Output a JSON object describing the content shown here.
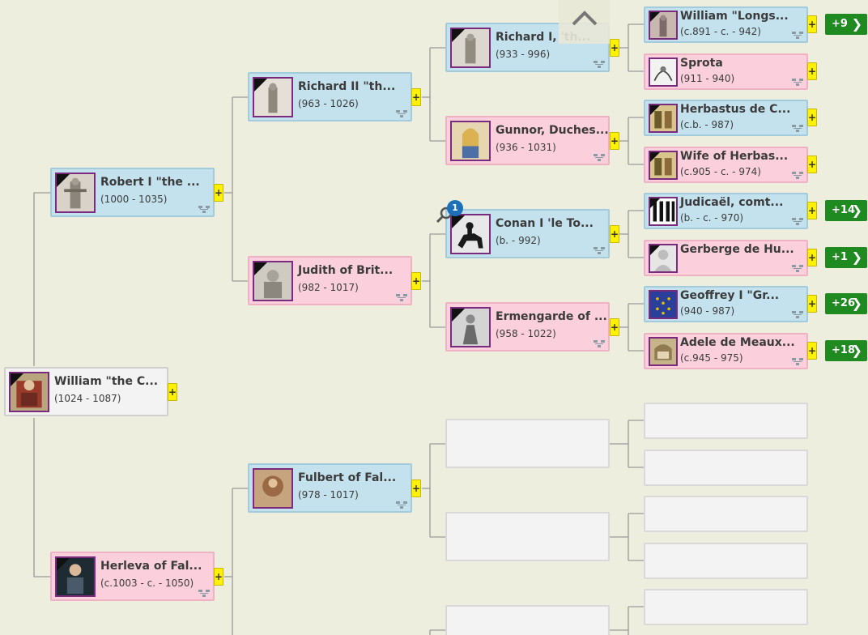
{
  "people": {
    "william_conqueror": {
      "name": "William \"the C...",
      "dates": "(1024 - 1087)"
    },
    "robert_i": {
      "name": "Robert I \"the ...",
      "dates": "(1000 - 1035)"
    },
    "herleva": {
      "name": "Herleva of Fal...",
      "dates": "(c.1003 - c. - 1050)"
    },
    "richard_ii": {
      "name": "Richard II \"th...",
      "dates": "(963 - 1026)"
    },
    "judith": {
      "name": "Judith of Brit...",
      "dates": "(982 - 1017)"
    },
    "fulbert": {
      "name": "Fulbert of Fal...",
      "dates": "(978 - 1017)"
    },
    "richard_i": {
      "name": "Richard I, 'th...",
      "dates": "(933 - 996)"
    },
    "gunnor": {
      "name": "Gunnor, Duches...",
      "dates": "(936 - 1031)"
    },
    "conan_i": {
      "name": "Conan I 'le To...",
      "dates": "(b. - 992)"
    },
    "ermengarde": {
      "name": "Ermengarde of ...",
      "dates": "(958 - 1022)"
    },
    "william_longsword": {
      "name": "William \"Longs...",
      "dates": "(c.891 - c. - 942)"
    },
    "sprota": {
      "name": "Sprota",
      "dates": "(911 - 940)"
    },
    "herbastus": {
      "name": "Herbastus de C...",
      "dates": "(c.b. - 987)"
    },
    "wife_herbastus": {
      "name": "Wife of Herbas...",
      "dates": "(c.905 - c. - 974)"
    },
    "judicael": {
      "name": "Judicaël, comt...",
      "dates": "(b. - c. - 970)"
    },
    "gerberge": {
      "name": "Gerberge de Hu...",
      "dates": ""
    },
    "geoffrey_i": {
      "name": "Geoffrey I \"Gr...",
      "dates": "(940 - 987)"
    },
    "adele": {
      "name": "Adele de Meaux...",
      "dates": "(c.945 - 975)"
    }
  },
  "expand_label": "+",
  "more_buttons": {
    "william_longsword": "+9",
    "judicael": "+14",
    "gerberge": "+1",
    "geoffrey_i": "+26",
    "adele": "+18"
  },
  "more_chevron": "❯",
  "search_badge": "1",
  "icons": {
    "scroll_up": "chevron-up-icon",
    "tree": "family-tree-icon",
    "search": "magnifier-icon",
    "deceased": "deceased-ribbon-icon"
  },
  "colors": {
    "background": "#eeeedf",
    "male_card": "#c4e2ee",
    "female_card": "#fbd0dc",
    "expand_button": "#fff200",
    "more_button": "#1f8a1f",
    "photo_border": "#7a2b7e"
  }
}
